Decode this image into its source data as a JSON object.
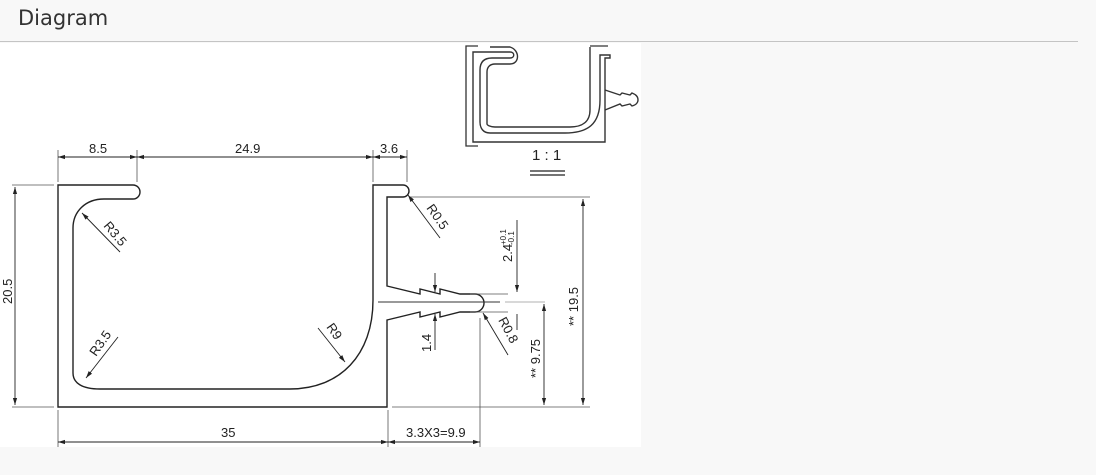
{
  "header": {
    "title": "Diagram"
  },
  "drawing": {
    "type": "technical-profile-section",
    "scale_label": "1 : 1",
    "dimensions": {
      "top_left_lip": "8.5",
      "top_opening": "24.9",
      "top_right_lip": "3.6",
      "overall_height": "20.5",
      "overall_width": "35",
      "fin_pitch": "3.3X3=9.9",
      "radius_top_left_inner": "R3.5",
      "radius_bottom_left_inner": "R3.5",
      "radius_bottom_right_inner": "R9",
      "radius_right_lip": "R0.5",
      "radius_fin_tip": "R0.8",
      "fin_slot_height": "2.4",
      "fin_slot_tol_plus": "+0.1",
      "fin_slot_tol_minus": "-0.1",
      "fin_thickness": "1.4",
      "half_height": "** 9.75",
      "right_height": "** 19.5"
    }
  }
}
